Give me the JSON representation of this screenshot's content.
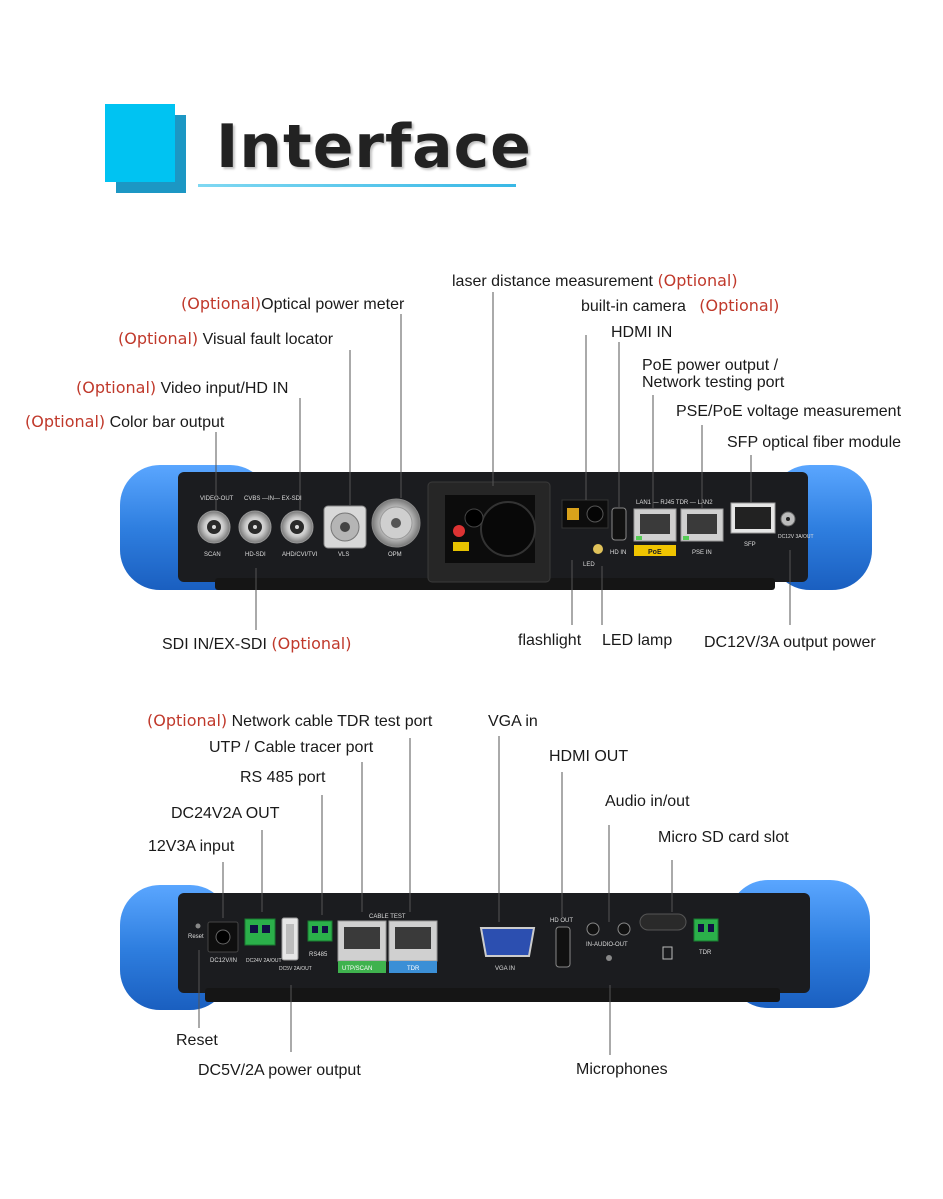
{
  "title": "Interface",
  "optional_word": "(Optional)",
  "top": {
    "labels": {
      "laser": "laser distance measurement",
      "camera": "built-in camera",
      "hdmi_in": "HDMI IN",
      "poe_1": "PoE power output /",
      "poe_2": "Network testing port",
      "pse": "PSE/PoE voltage measurement",
      "sfp": "SFP optical fiber module",
      "opm": "Optical power meter",
      "vfl": "Visual fault locator",
      "video_in": "Video input/HD IN",
      "color_bar": "Color bar output",
      "sdi": "SDI IN/EX-SDI",
      "flashlight": "flashlight",
      "led": "LED lamp",
      "dc_out": "DC12V/3A output power"
    },
    "panel": {
      "video_out": "VIDEO-OUT",
      "scan": "SCAN",
      "cvbs": "CVBS —IN— EX-SDI",
      "hdsdi": "HD-SDI",
      "ahd": "AHD/CVI/TVI",
      "vls": "VLS",
      "opm": "OPM",
      "lan_hdr": "LAN1 — RJ45 TDR — LAN2",
      "poe": "PoE",
      "pse_in": "PSE IN",
      "hdin": "HD IN",
      "led": "LED",
      "sfp": "SFP",
      "dc": "DC12V 3A/OUT"
    }
  },
  "bottom": {
    "labels": {
      "tdr": "Network cable TDR test port",
      "utp": "UTP / Cable tracer port",
      "rs485": "RS 485 port",
      "dc24": "DC24V2A OUT",
      "in12": "12V3A input",
      "vga": "VGA in",
      "hdmi_out": "HDMI OUT",
      "audio": "Audio in/out",
      "sd": "Micro SD card slot",
      "reset": "Reset",
      "dc5": "DC5V/2A power output",
      "mic": "Microphones"
    },
    "panel": {
      "reset": "Reset",
      "dc12": "DC12V/IN",
      "dc24": "DC24V 2A/OUT",
      "dc5": "DC5V 2A/OUT",
      "rs485": "RS485",
      "cable_test": "CABLE TEST",
      "utp": "UTP/SCAN",
      "tdr": "TDR",
      "vga": "VGA IN",
      "hd_out": "HD OUT",
      "audio": "IN-AUDIO-OUT",
      "tdr2": "TDR"
    }
  },
  "colors": {
    "bumper": "#2f7fe0",
    "panel": "#1b1c1f",
    "accent": "#00bff0",
    "optional": "#c0392b"
  }
}
